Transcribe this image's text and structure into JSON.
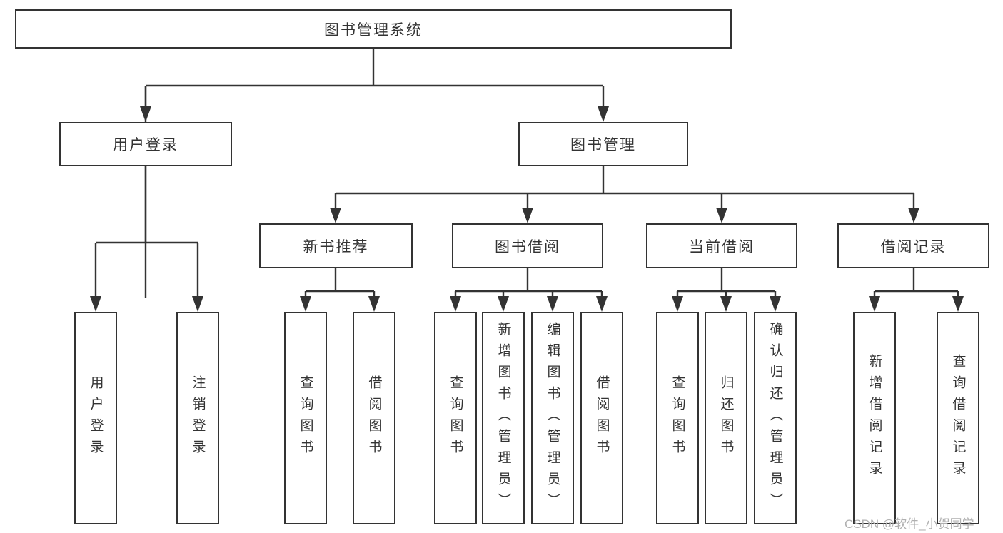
{
  "diagram": {
    "type": "hierarchy-tree",
    "root": {
      "label": "图书管理系统",
      "children": [
        {
          "label": "用户登录",
          "children": [
            {
              "label": "用户登录"
            },
            {
              "label": "注销登录"
            }
          ]
        },
        {
          "label": "图书管理",
          "children": [
            {
              "label": "新书推荐",
              "children": [
                {
                  "label": "查询图书"
                },
                {
                  "label": "借阅图书"
                }
              ]
            },
            {
              "label": "图书借阅",
              "children": [
                {
                  "label": "查询图书"
                },
                {
                  "label": "新增图书（管理员）"
                },
                {
                  "label": "编辑图书（管理员）"
                },
                {
                  "label": "借阅图书"
                }
              ]
            },
            {
              "label": "当前借阅",
              "children": [
                {
                  "label": "查询图书"
                },
                {
                  "label": "归还图书"
                },
                {
                  "label": "确认归还（管理员）"
                }
              ]
            },
            {
              "label": "借阅记录",
              "children": [
                {
                  "label": "新增借阅记录"
                },
                {
                  "label": "查询借阅记录"
                }
              ]
            }
          ]
        }
      ]
    },
    "watermark": "CSDN @软件_小贺同学",
    "colors": {
      "line": "#333333",
      "text": "#333333",
      "watermark": "#b0b0b0",
      "background": "#ffffff"
    }
  }
}
